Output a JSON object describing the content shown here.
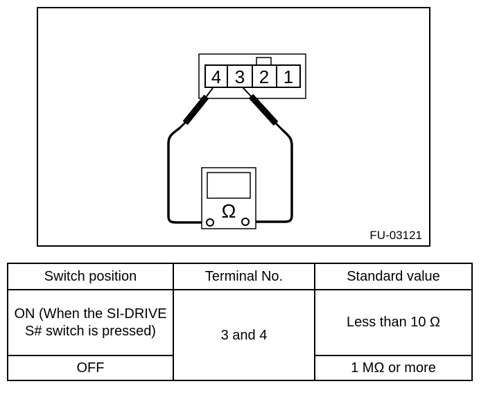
{
  "figure": {
    "code": "FU-03121",
    "connector_pins": [
      "4",
      "3",
      "2",
      "1"
    ],
    "meter_symbol": "Ω"
  },
  "table": {
    "headers": [
      "Switch position",
      "Terminal No.",
      "Standard value"
    ],
    "rows": [
      {
        "switch_position": "ON (When the SI-DRIVE S# switch is pressed)",
        "terminal": "3 and 4",
        "standard_value": "Less than 10 Ω"
      },
      {
        "switch_position": "OFF",
        "terminal": "3 and 4",
        "standard_value": "1 MΩ or more"
      }
    ]
  }
}
